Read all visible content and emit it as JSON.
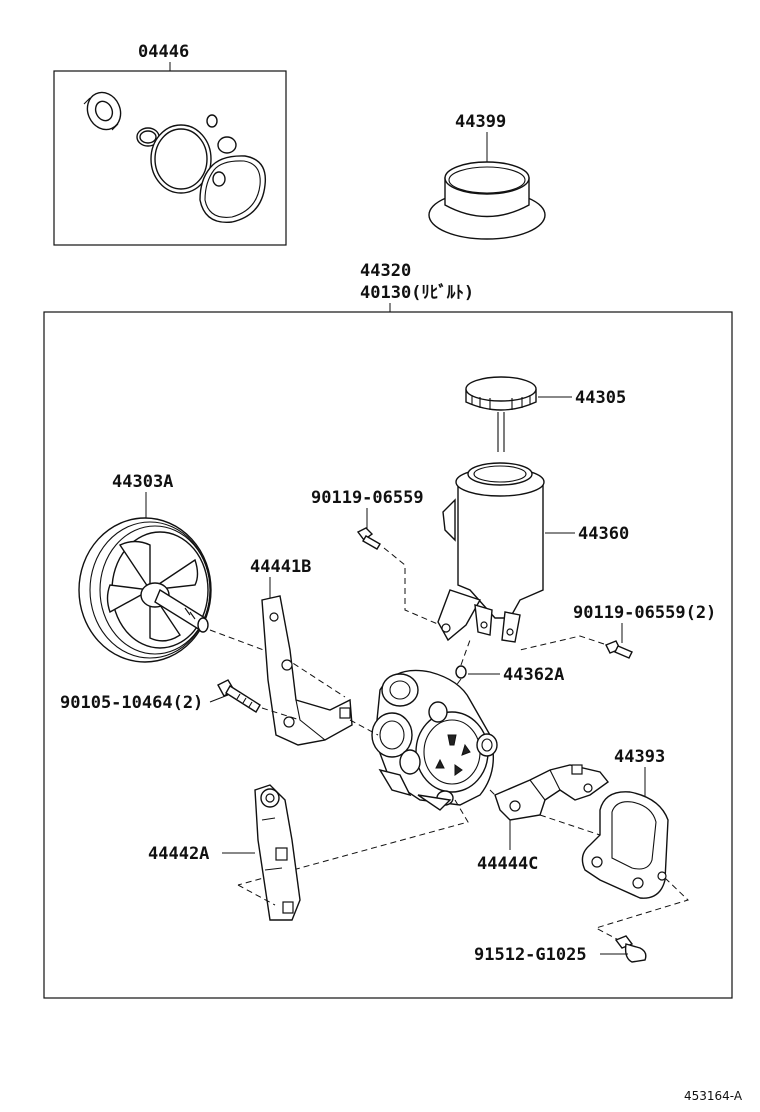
{
  "labels": {
    "seal_kit": "04446",
    "cap_cover": "44399",
    "pump_assy": "44320",
    "pump_rebuilt": "40130(ﾘﾋﾞﾙﾄ)",
    "reservoir_cap": "44305",
    "reservoir": "44360",
    "pulley": "44303A",
    "bolt_upper": "90119-06559",
    "bolt_right": "90119-06559(2)",
    "bracket_upper": "44441B",
    "oring": "44362A",
    "bolt_left": "90105-10464(2)",
    "gasket": "44393",
    "bracket_lower": "44442A",
    "bracket_small": "44444C",
    "bolt_bottom": "91512-G1025"
  },
  "footer": {
    "ref_code": "453164-A"
  }
}
